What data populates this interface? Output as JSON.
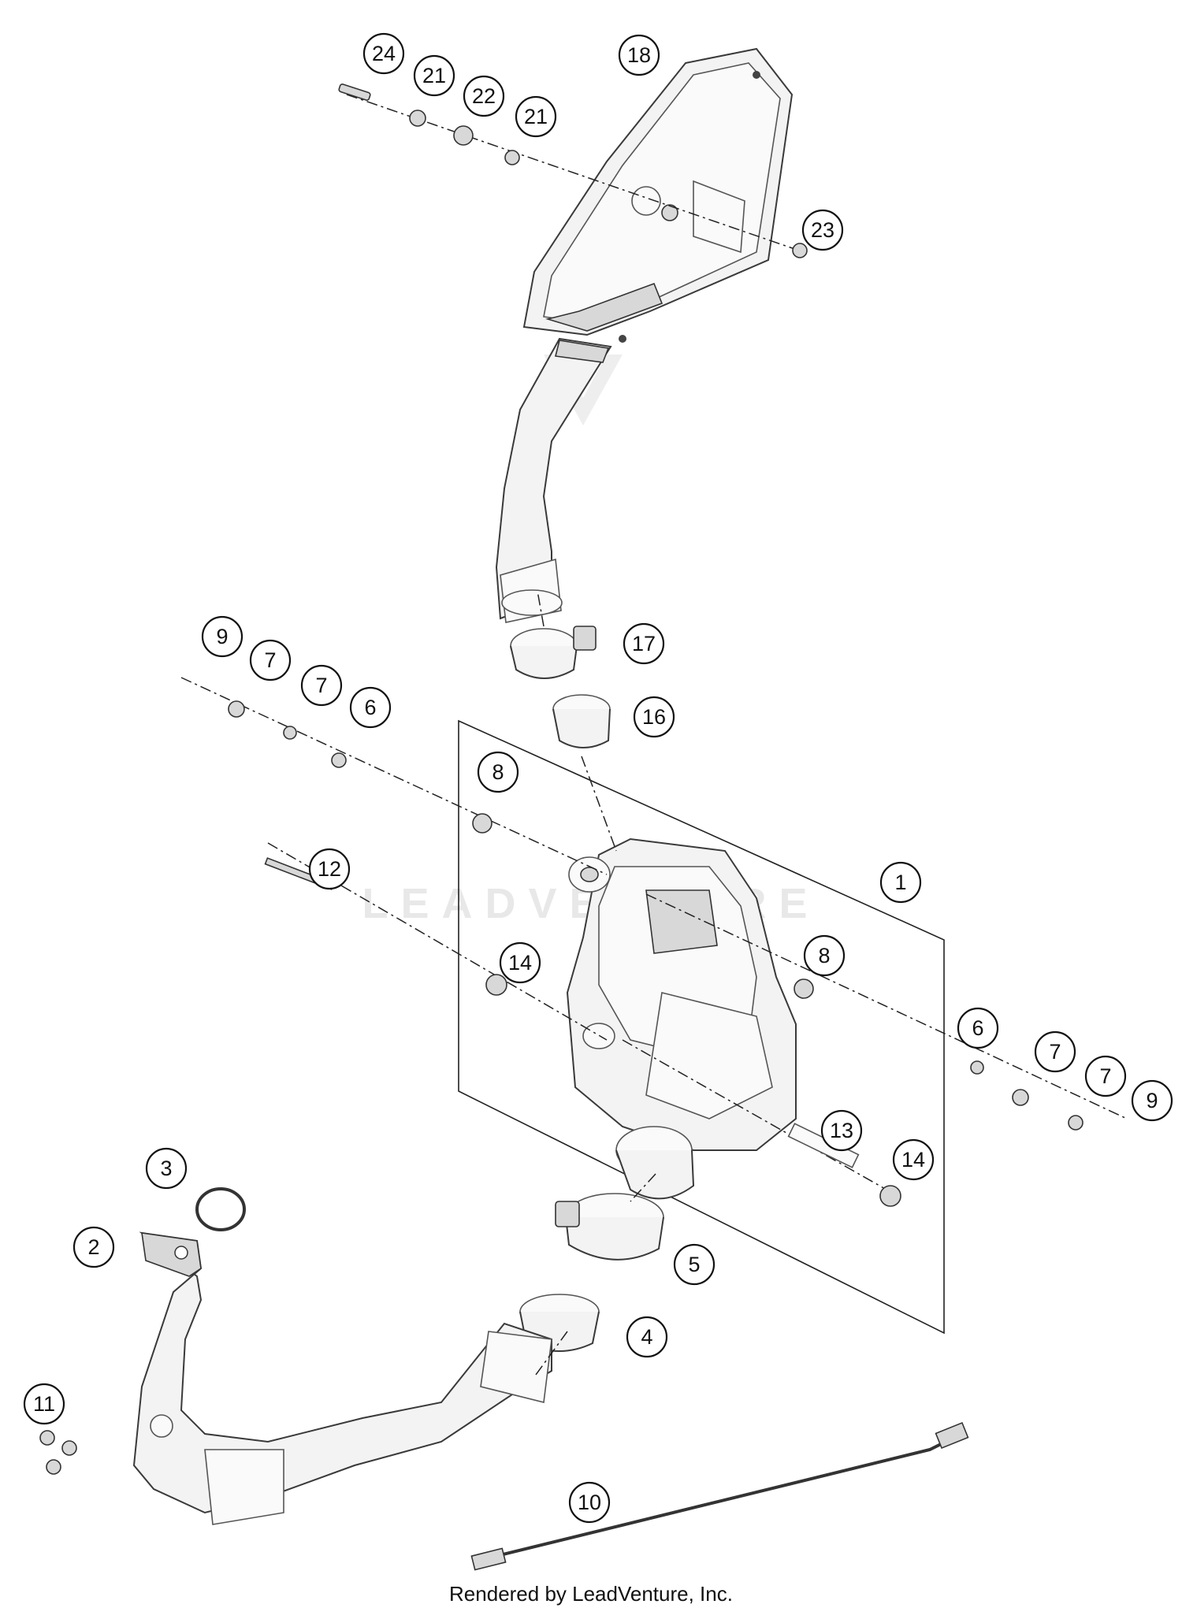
{
  "diagram": {
    "watermark": "LEADVENTURE",
    "footer": "Rendered by LeadVenture, Inc.",
    "callouts": [
      {
        "id": "c24",
        "label": "24"
      },
      {
        "id": "c21a",
        "label": "21"
      },
      {
        "id": "c22",
        "label": "22"
      },
      {
        "id": "c21b",
        "label": "21"
      },
      {
        "id": "c18",
        "label": "18"
      },
      {
        "id": "c23",
        "label": "23"
      },
      {
        "id": "c9a",
        "label": "9"
      },
      {
        "id": "c7a",
        "label": "7"
      },
      {
        "id": "c7b",
        "label": "7"
      },
      {
        "id": "c6a",
        "label": "6"
      },
      {
        "id": "c17",
        "label": "17"
      },
      {
        "id": "c16",
        "label": "16"
      },
      {
        "id": "c8a",
        "label": "8"
      },
      {
        "id": "c12",
        "label": "12"
      },
      {
        "id": "c1",
        "label": "1"
      },
      {
        "id": "c14a",
        "label": "14"
      },
      {
        "id": "c8b",
        "label": "8"
      },
      {
        "id": "c6b",
        "label": "6"
      },
      {
        "id": "c7c",
        "label": "7"
      },
      {
        "id": "c7d",
        "label": "7"
      },
      {
        "id": "c9b",
        "label": "9"
      },
      {
        "id": "c13",
        "label": "13"
      },
      {
        "id": "c14b",
        "label": "14"
      },
      {
        "id": "c3",
        "label": "3"
      },
      {
        "id": "c2",
        "label": "2"
      },
      {
        "id": "c5",
        "label": "5"
      },
      {
        "id": "c4",
        "label": "4"
      },
      {
        "id": "c11",
        "label": "11"
      },
      {
        "id": "c10",
        "label": "10"
      }
    ]
  }
}
